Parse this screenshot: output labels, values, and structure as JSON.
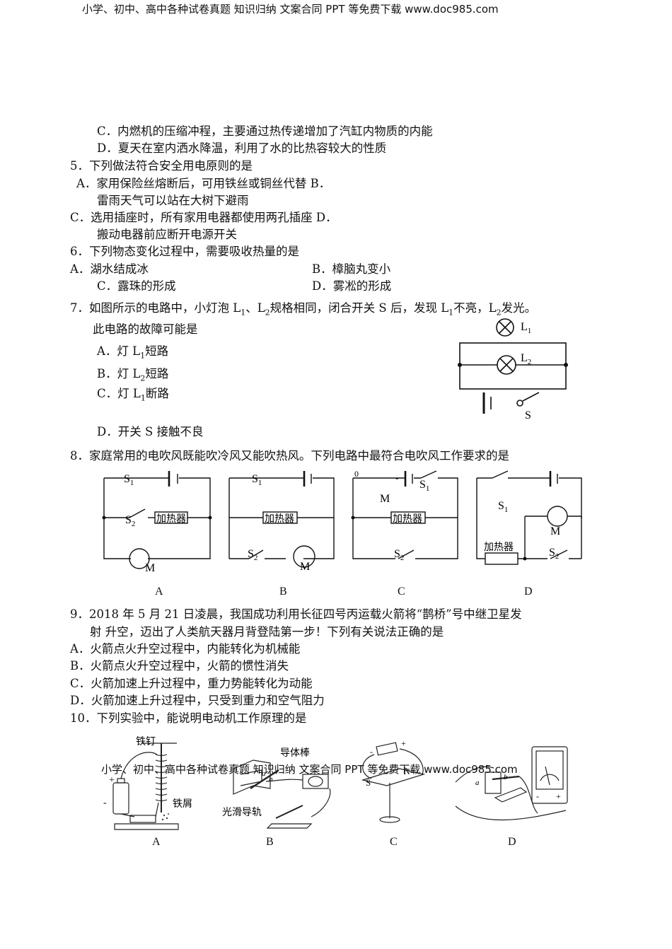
{
  "header_text": "小学、初中、高中各种试卷真题 知识归纳 文案合同 PPT 等免费下载  www.doc985.com",
  "footer_text": "小学、初中、高中各种试卷真题 知识归纳 文案合同 PPT 等免费下载  www.doc985.com",
  "lines": {
    "q4c": "C．内燃机的压缩冲程，主要通过热传递增加了汽缸内物质的内能",
    "q4d": "D．夏天在室内洒水降温，利用了水的比热容较大的性质",
    "q5": "5．下列做法符合安全用电原则的是",
    "q5a": "A．家用保险丝熔断后，可用铁丝或铜丝代替  B．",
    "q5a2": "雷雨天气可以站在大树下避雨",
    "q5c": "C．选用插座时，所有家用电器都使用两孔插座  D．",
    "q5c2": "搬动电器前应断开电源开关",
    "q6": "6．下列物态变化过程中，需要吸收热量的是",
    "q6a": "A．湖水结成冰",
    "q6b": "B．樟脑丸变小",
    "q6c": "C．露珠的形成",
    "q6d": "D．雾凇的形成",
    "q7_p1": "7．如图所示的电路中，小灯泡  L",
    "q7_p2": "、L",
    "q7_p3": "规格相同，闭合开关  S 后，发现  L",
    "q7_p4": "不亮，L",
    "q7_p5": "发光。",
    "q7b": "此电路的故障可能是",
    "q7_opt_a1": "A．灯  L",
    "q7_opt_a2": "短路",
    "q7_opt_b1": "B．灯  L",
    "q7_opt_b2": "短路",
    "q7_opt_c1": "C．灯  L",
    "q7_opt_c2": "断路",
    "q7d": "D．开关  S 接触不良",
    "q8": "8．家庭常用的电吹风既能吹冷风又能吹热风。下列电路中最符合电吹风工作要求的是",
    "q9": "9．2018 年  5 月  21 日凌晨，我国成功利用长征四号丙运载火箭将“鹊桥”号中继卫星发",
    "q9b": "射  升空，迈出了人类航天器月背登陆第一步！下列有关说法正确的是",
    "q9a": "A．火箭点火升空过程中，内能转化为机械能",
    "q9bb": "B．火箭点火升空过程中，火箭的惯性消失",
    "q9c": "C．火箭加速上升过程中，重力势能转化为动能",
    "q9d": "D．火箭加速上升过程中，只受到重力和空气阻力",
    "q10": "10．下列实验中，能说明电动机工作原理的是"
  },
  "subs": {
    "one": "1",
    "two": "2"
  },
  "q7_circuit": {
    "l1": "L",
    "l2": "L",
    "s": "S"
  },
  "q8_circuits": {
    "labels": [
      "A",
      "B",
      "C",
      "D"
    ],
    "heater": "加热器",
    "motor": "M",
    "s": "S",
    "zero": "0",
    "minus": "-"
  },
  "q10_figures": {
    "labels": [
      "A",
      "B",
      "C",
      "D"
    ],
    "nail": "铁钉",
    "filings": "铁屑",
    "rod": "导体棒",
    "rail": "光滑导轨",
    "plus": "+",
    "minus": "-",
    "s_pole": "S",
    "n_pole": "N",
    "a": "a",
    "b": "b"
  }
}
